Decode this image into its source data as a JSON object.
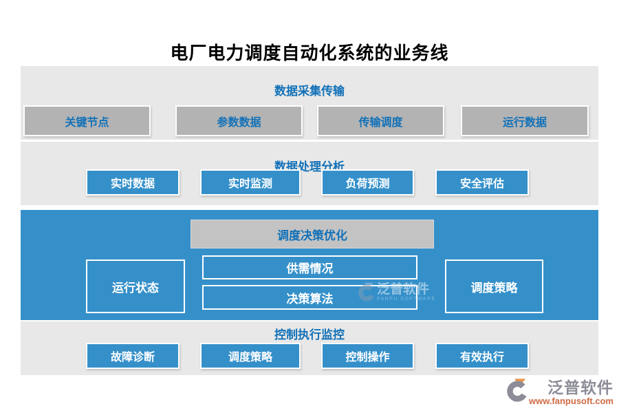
{
  "title": "电厂电力调度自动化系统的业务线",
  "sections": {
    "collection": {
      "heading": "数据采集传输",
      "items": [
        "关键节点",
        "参数数据",
        "传输调度",
        "运行数据"
      ]
    },
    "processing": {
      "heading": "数据处理分析",
      "items": [
        "实时数据",
        "实时监测",
        "负荷预测",
        "安全评估"
      ]
    },
    "decision": {
      "heading": "调度决策优化",
      "left": "运行状态",
      "middle_top": "供需情况",
      "middle_bottom": "决策算法",
      "right": "调度策略"
    },
    "control": {
      "heading": "控制执行监控",
      "items": [
        "故障诊断",
        "调度策略",
        "控制操作",
        "有效执行"
      ]
    }
  },
  "watermark": {
    "name": "泛普软件",
    "subtitle": "FANPU SOFTWARE"
  },
  "logo": {
    "name": "泛普软件",
    "website": "www.fanpusoft.com"
  },
  "colors": {
    "section_background": "#e8e8e8",
    "band_blue": "#3590ca",
    "gray_box": "#b3b3b3",
    "heading_blue": "#1271b8",
    "box_text_white": "#ffffff",
    "logo_gray": "#8d8d99",
    "logo_orange": "#cf6a45",
    "logo_accent_orange": "#e8964f"
  }
}
